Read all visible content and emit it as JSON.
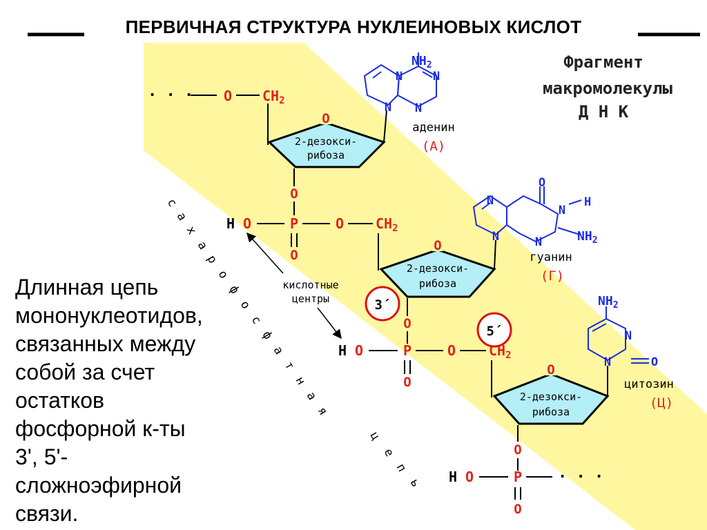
{
  "title": "ПЕРВИЧНАЯ СТРУКТУРА НУКЛЕИНОВЫХ КИСЛОТ",
  "caption": {
    "line1": "Фрагмент",
    "line2": "макромолекулы",
    "line3": "Д Н К"
  },
  "description_lines": [
    "Длинная цепь",
    "мононуклеотидов,",
    "связанных между",
    "собой за счет",
    "остатков",
    "фосфорной к-ты",
    "3', 5'-",
    "сложноэфирной",
    "связи."
  ],
  "sugar_label_top": "2-дезокси-",
  "sugar_label_bottom": "рибоза",
  "atoms": {
    "O": "O",
    "P": "P",
    "CH2": "CH",
    "sub2": "2",
    "H": "H",
    "N": "N",
    "NH2": "NH",
    "ellipsis": "· · ·"
  },
  "bases": [
    {
      "name": "аденин",
      "code": "(А)"
    },
    {
      "name": "гуанин",
      "code": "(Г)"
    },
    {
      "name": "цитозин",
      "code": "(Ц)"
    }
  ],
  "acid_centers_label": [
    "кислотные",
    "центры"
  ],
  "backbone_letters": [
    "с",
    "а",
    "х",
    "а",
    "р",
    "о",
    "ф",
    "о",
    "с",
    "ф",
    "а",
    "т",
    "н",
    "а",
    "я",
    "ц",
    "е",
    "п",
    "ь"
  ],
  "markers": {
    "three_prime": "3´",
    "five_prime": "5´"
  },
  "colors": {
    "band": "#fff7a0",
    "sugar_fill": "#b4eef6",
    "atom_red": "#e0241c",
    "base_blue": "#1b2ce0",
    "marker_ring": "#e0100c"
  }
}
